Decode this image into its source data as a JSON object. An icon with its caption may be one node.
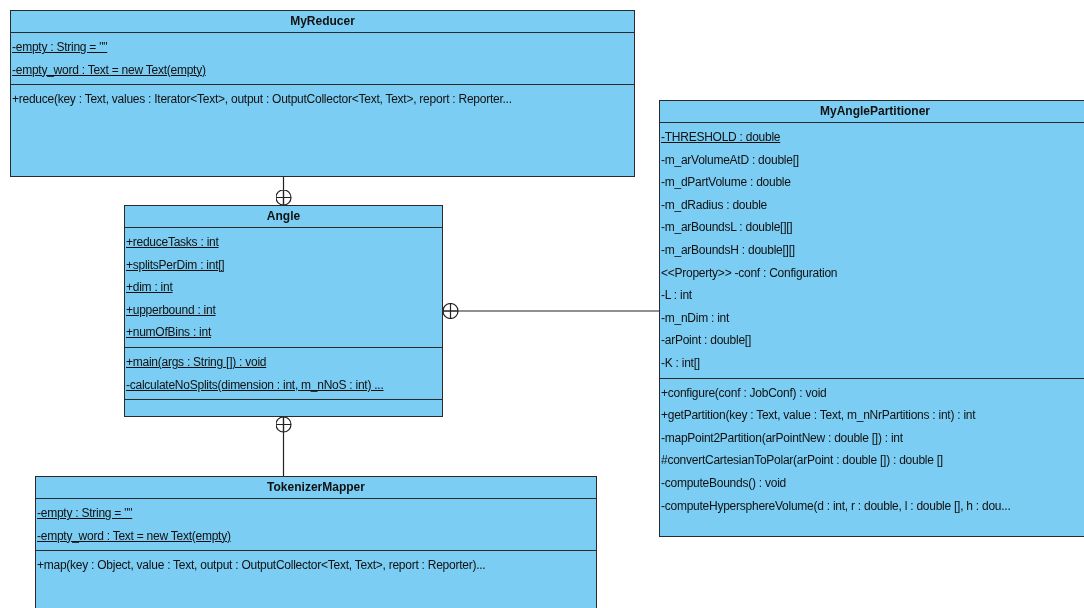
{
  "diagram": {
    "nodes": [
      {
        "text": [
          "MyReducer",
          "-empty : String = \"\"",
          "-empty_word : Text = new Text(empty)",
          "+reduce(key : Text, values : Iterator<Text>, output : OutputCollector<Text, Text>, report : Reporter..."
        ]
      },
      {
        "text": [
          "Angle",
          "+reduceTasks : int",
          "+splitsPerDim : int[]",
          "+dim : int",
          "+upperbound : int",
          "+numOfBins : int",
          "+main(args : String []) : void",
          "-calculateNoSplits(dimension : int, m_nNoS : int) ..."
        ]
      },
      {
        "text": [
          "MyAnglePartitioner",
          "-THRESHOLD : double",
          "-m_arVolumeAtD : double[]",
          "-m_dPartVolume : double",
          "-m_dRadius : double",
          "-m_arBoundsL : double[][]",
          "-m_arBoundsH : double[][]",
          "<<Property>> -conf : Configuration",
          "-L : int",
          "-m_nDim : int",
          "-arPoint : double[]",
          "-K : int[]",
          "+configure(conf : JobConf) : void",
          "+getPartition(key : Text, value : Text, m_nNrPartitions : int) : int",
          "-mapPoint2Partition(arPointNew : double []) : int",
          "#convertCartesianToPolar(arPoint : double []) : double []",
          "-computeBounds() : void",
          "-computeHypersphereVolume(d : int, r : double, l : double [], h : dou..."
        ]
      },
      {
        "text": [
          "TokenizerMapper",
          "-empty : String = \"\"",
          "-empty_word : Text = new Text(empty)",
          "+map(key : Object, value : Text, output : OutputCollector<Text, Text>, report : Reporter)..."
        ]
      }
    ],
    "edges": [
      {
        "from": 0,
        "to": 1,
        "arrow": "other"
      },
      {
        "from": 2,
        "to": 1,
        "arrow": "other"
      },
      {
        "from": 3,
        "to": 1,
        "arrow": "other"
      }
    ]
  }
}
